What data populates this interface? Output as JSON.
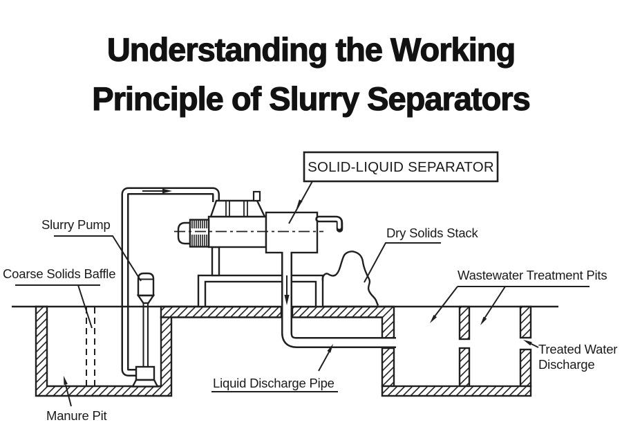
{
  "title": {
    "line1": "Understanding the Working",
    "line2": "Principle of Slurry Separators"
  },
  "labels": {
    "separator_box": "SOLID-LIQUID SEPARATOR",
    "slurry_pump": "Slurry Pump",
    "coarse_solids_baffle": "Coarse Solids Baffle",
    "manure_pit": "Manure Pit",
    "liquid_discharge_pipe": "Liquid Discharge Pipe",
    "dry_solids_stack": "Dry Solids Stack",
    "wastewater_treatment_pits": "Wastewater Treatment Pits",
    "treated_water_1": "Treated Water",
    "treated_water_2": "Discharge"
  },
  "colors": {
    "line": "#1f1f1f",
    "text": "#1a1a1a",
    "title": "#121212",
    "background": "#ffffff"
  }
}
